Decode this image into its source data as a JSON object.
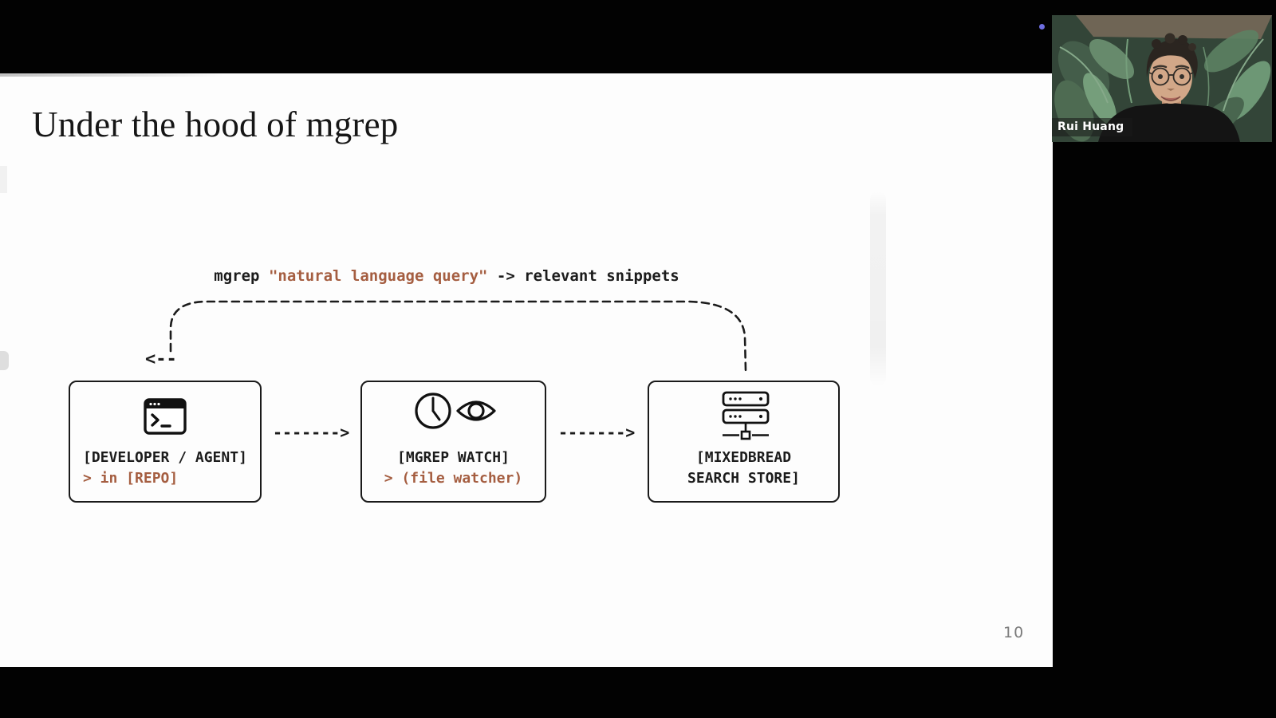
{
  "slide": {
    "title": "Under the hood of mgrep",
    "query": {
      "prefix": "mgrep ",
      "highlight": "\"natural language query\"",
      "suffix": " -> relevant snippets"
    },
    "diagram": {
      "back_arrow": "<--",
      "forward_arrow": "------->",
      "boxes": [
        {
          "icon": "terminal-icon",
          "label": "[DEVELOPER / AGENT]",
          "sublabel": "> in [REPO]"
        },
        {
          "icons": [
            "clock-icon",
            "eye-icon"
          ],
          "label": "[MGREP WATCH]",
          "sublabel": "> (file watcher)"
        },
        {
          "icon": "server-stack-icon",
          "label_line1": "[MIXEDBREAD",
          "label_line2": "SEARCH STORE]"
        }
      ]
    },
    "page_number": "10",
    "colors": {
      "accent": "#a55e41",
      "ink": "#1c1c1c",
      "page_number": "#7b7b7b"
    }
  },
  "webcam": {
    "participant_name": "Rui Huang"
  }
}
